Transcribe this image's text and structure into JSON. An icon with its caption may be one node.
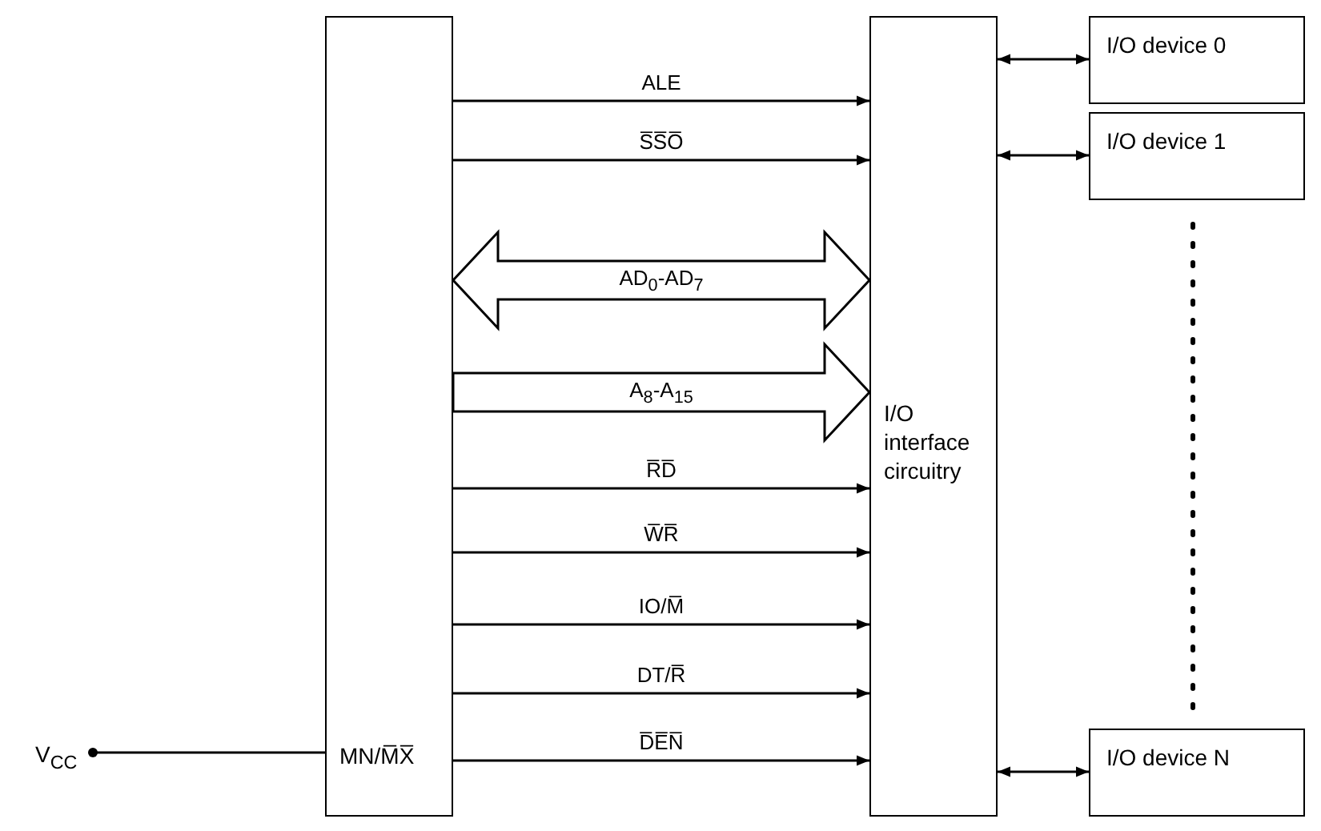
{
  "diagram": {
    "nodes": [
      {
        "text": [
          "MN/M̅X̅"
        ]
      },
      {
        "text": [
          "I/O interface circuitry"
        ]
      },
      {
        "text": [
          "I/O device 0"
        ]
      },
      {
        "text": [
          "I/O device 1"
        ]
      },
      {
        "text": [
          "I/O device N"
        ]
      },
      {
        "text": [
          "V$_{CC}$"
        ]
      }
    ],
    "edges": [
      {
        "from": 0,
        "to": 1,
        "arrow": "to",
        "label": "ALE"
      },
      {
        "from": 0,
        "to": 1,
        "arrow": "to",
        "label": "S̅S̅O̅"
      },
      {
        "from": 0,
        "to": 1,
        "arrow": "both",
        "label": "AD$_{0}$-AD$_{7}$",
        "style": "thick"
      },
      {
        "from": 0,
        "to": 1,
        "arrow": "to",
        "label": "A$_{8}$-A$_{15}$",
        "style": "thick"
      },
      {
        "from": 0,
        "to": 1,
        "arrow": "to",
        "label": "R̅D̅"
      },
      {
        "from": 0,
        "to": 1,
        "arrow": "to",
        "label": "W̅R̅"
      },
      {
        "from": 0,
        "to": 1,
        "arrow": "to",
        "label": "IO/M̅"
      },
      {
        "from": 0,
        "to": 1,
        "arrow": "to",
        "label": "DT/R̅"
      },
      {
        "from": 0,
        "to": 1,
        "arrow": "to",
        "label": "D̅E̅N̅"
      },
      {
        "from": 1,
        "to": 2,
        "arrow": "both"
      },
      {
        "from": 1,
        "to": 3,
        "arrow": "both"
      },
      {
        "from": 1,
        "to": 4,
        "arrow": "both"
      },
      {
        "from": 5,
        "to": 0,
        "arrow": "other"
      }
    ]
  }
}
